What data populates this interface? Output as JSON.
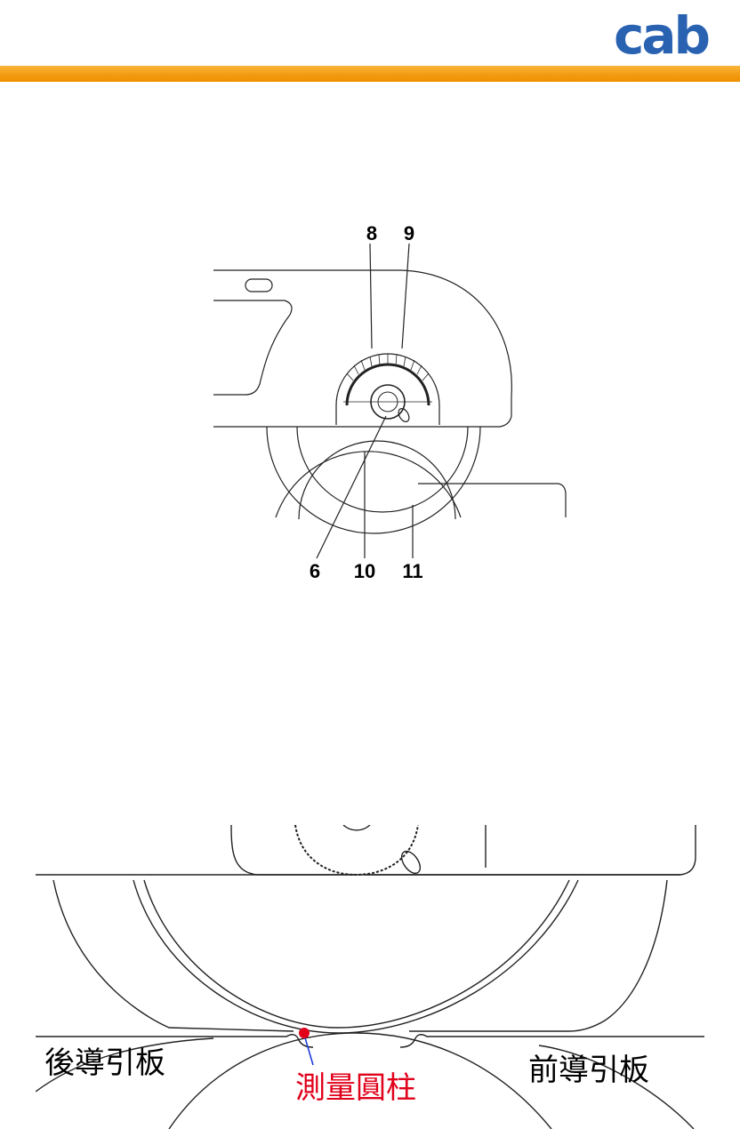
{
  "brand": {
    "logo_text": "cab",
    "logo_color": "#2a62b2",
    "band_color": "#f39c12"
  },
  "figure1": {
    "callouts": {
      "n8": "8",
      "n9": "9",
      "n6": "6",
      "n10": "10",
      "n11": "11"
    }
  },
  "figure2": {
    "labels": {
      "rear": "後導引板",
      "measure": "測量圓柱",
      "front": "前導引板"
    },
    "measure_color": "#e0001a"
  }
}
